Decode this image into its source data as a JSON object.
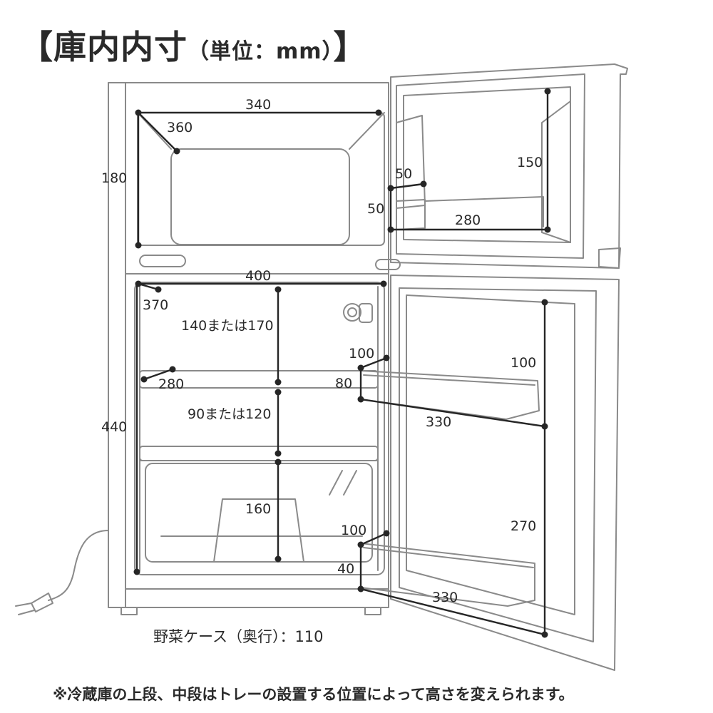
{
  "title": {
    "main": "【庫内内寸",
    "unit": "（単位：mm）",
    "close": "】"
  },
  "dimensions": {
    "freezer_width": "340",
    "freezer_depth": "360",
    "freezer_height": "180",
    "freezer_door_shelf_depth": "50",
    "freezer_door_shelf_height": "50",
    "freezer_door_height": "150",
    "freezer_door_shelf_width": "280",
    "fridge_width": "400",
    "fridge_depth": "370",
    "upper_height": "140または170",
    "tray_depth": "280",
    "fridge_height": "440",
    "middle_height": "90または120",
    "veg_height": "160",
    "door_pocket1_depth": "100",
    "door_pocket1_height": "80",
    "door_pocket1_width": "330",
    "door_upper_height": "100",
    "door_lower_height": "270",
    "door_pocket2_depth": "100",
    "door_pocket2_height": "40",
    "door_pocket2_width": "330"
  },
  "vegetable_case_note": "野菜ケース（奥行）：110",
  "footnote": "※冷蔵庫の上段、中段はトレーの設置する位置によって高さを変えられます。"
}
